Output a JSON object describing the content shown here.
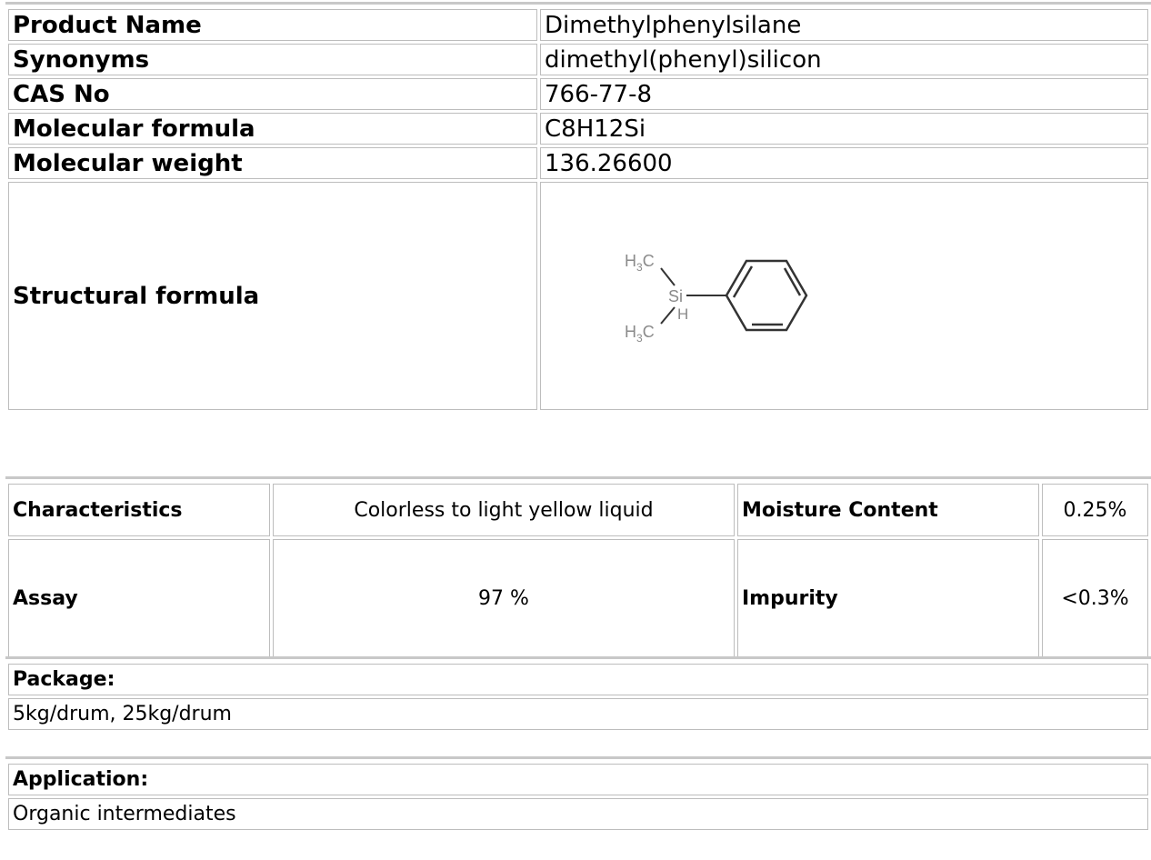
{
  "product": {
    "rows": [
      {
        "label": "Product Name",
        "value": "Dimethylphenylsilane"
      },
      {
        "label": "Synonyms",
        "value": "dimethyl(phenyl)silicon"
      },
      {
        "label": "CAS No",
        "value": "766-77-8"
      },
      {
        "label": "Molecular formula",
        "value": "C8H12Si"
      },
      {
        "label": "Molecular weight",
        "value": "136.26600"
      }
    ],
    "structural_label": "Structural formula",
    "structure": {
      "top_methyl_main": "H",
      "top_methyl_sub": "3",
      "top_methyl_c": "C",
      "bottom_methyl_main": "H",
      "bottom_methyl_sub": "3",
      "bottom_methyl_c": "C",
      "si": "Si",
      "h": "H"
    }
  },
  "properties": {
    "characteristics_label": "Characteristics",
    "characteristics_value": "Colorless to light yellow liquid",
    "moisture_label": "Moisture Content",
    "moisture_value": "0.25%",
    "assay_label": "Assay",
    "assay_value": "97 %",
    "impurity_label": "Impurity",
    "impurity_value": "<0.3%"
  },
  "package": {
    "label": "Package:",
    "value": "5kg/drum, 25kg/drum"
  },
  "application": {
    "label": "Application:",
    "value": "Organic intermediates"
  }
}
